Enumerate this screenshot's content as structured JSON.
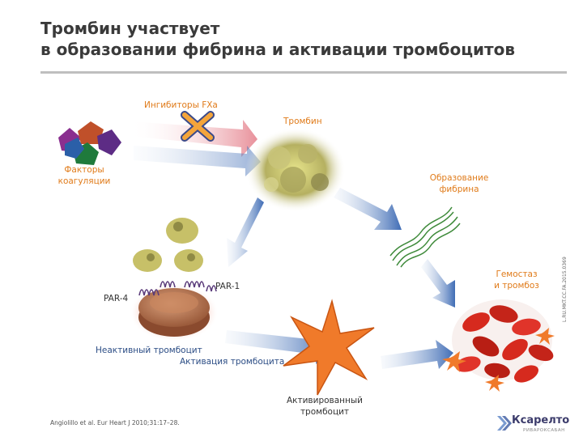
{
  "title": {
    "line1": "Тромбин участвует",
    "line2": "в образовании фибрина и активации тромбоцитов"
  },
  "labels": {
    "inhibitors": "Ингибиторы FXa",
    "thrombin": "Тромбин",
    "factors_line1": "Факторы",
    "factors_line2": "коагуляции",
    "fibrin_line1": "Образование",
    "fibrin_line2": "фибрина",
    "hemostasis_line1": "Гемостаз",
    "hemostasis_line2": "и тромбоз",
    "par1": "PAR-1",
    "par4": "PAR-4",
    "inactive_platelet": "Неактивный тромбоцит",
    "platelet_activation": "Активация тромбоцита",
    "activated_line1": "Активированный",
    "activated_line2": "тромбоцит"
  },
  "citation": "Angiolillo et al. Eur Heart J 2010;31:17–28.",
  "vertical_code": "L.RU.MKT.CC.FA.2015.0369",
  "logo": {
    "name": "Ксарелто",
    "sub": "РИВАРОКСАБАН"
  },
  "colors": {
    "title": "#3a3a3a",
    "label_orange": "#e07b1a",
    "arrow_blue": "#4a74b8",
    "inhibit_x": "#f4a53b",
    "platelet_orange": "#f07a2a",
    "rbc_red": "#d62a1e"
  }
}
